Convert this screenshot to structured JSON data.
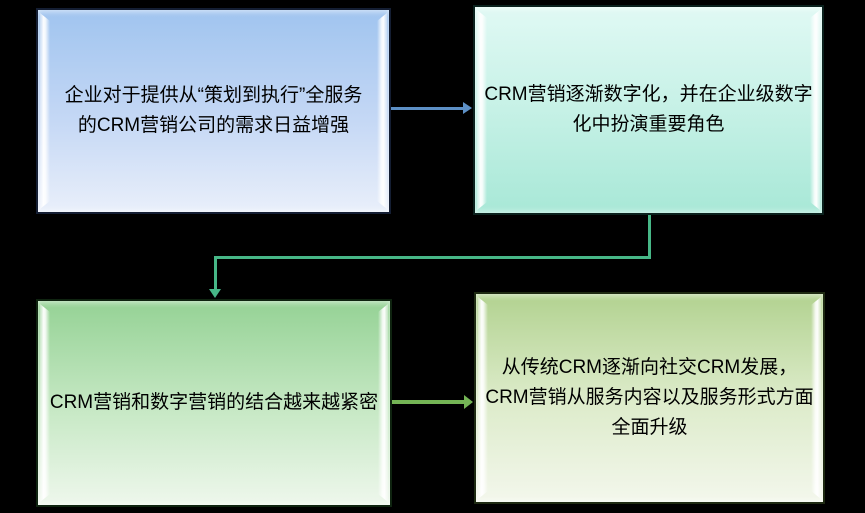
{
  "canvas": {
    "background": "#000000"
  },
  "diagram": {
    "boxes": [
      {
        "id": "demand",
        "lines": [
          "企业对于提供从“策划到执行”全服务",
          "的CRM营销公司的需求日益增强"
        ],
        "fill_top": "#a0c4ef",
        "fill_bottom": "#e9effa",
        "border": "#141e33"
      },
      {
        "id": "digital",
        "lines": [
          "CRM营销逐渐数字化，并在企业级数字",
          "化中扮演重要角色"
        ],
        "fill_top": "#e0f9f4",
        "fill_bottom": "#a8e8d7",
        "border": "#0a211d"
      },
      {
        "id": "combine",
        "lines": [
          "CRM营销和数字营销的结合越来越紧密"
        ],
        "fill_top": "#95d295",
        "fill_bottom": "#eef7ec",
        "border": "#0f2410"
      },
      {
        "id": "upgrade",
        "lines": [
          "从传统CRM逐渐向社交CRM发展，",
          "CRM营销从服务内容以及服务形式方面",
          "全面升级"
        ],
        "fill_top": "#b2d290",
        "fill_bottom": "#f3f7ec",
        "border": "#1e2a12"
      }
    ],
    "connectors": [
      {
        "from": "demand",
        "to": "digital",
        "shape": "straight-right",
        "color": "#5d90c6"
      },
      {
        "from": "digital",
        "to": "combine",
        "shape": "elbow-down",
        "color": "#47b787"
      },
      {
        "from": "combine",
        "to": "upgrade",
        "shape": "straight-right",
        "color": "#74b455"
      }
    ]
  }
}
